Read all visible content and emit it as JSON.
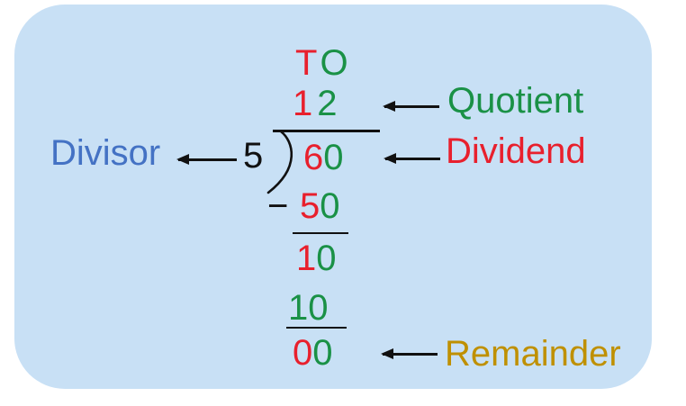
{
  "colors": {
    "background": "#ffffff",
    "board": "#c8e0f5",
    "red": "#e8202d",
    "green": "#1a9146",
    "blue": "#4472c4",
    "gold": "#bf9000",
    "ink": "#111111"
  },
  "labels": {
    "divisor": "Divisor",
    "quotient": "Quotient",
    "dividend": "Dividend",
    "remainder": "Remainder"
  },
  "worked_example": {
    "place_value_header": {
      "tens": "T",
      "ones": "O"
    },
    "quotient_digits": {
      "tens": "1",
      "ones": "2"
    },
    "divisor": "5",
    "dividend_digits": {
      "tens": "6",
      "ones": "0"
    },
    "minus_sign": "−",
    "step1_subtract": {
      "tens": "5",
      "ones": "0"
    },
    "step1_difference": {
      "tens": "1",
      "ones": "0"
    },
    "step2_subtract": {
      "tens": "1",
      "ones": "0"
    },
    "final_remainder": {
      "tens": "0",
      "ones": "0"
    }
  }
}
